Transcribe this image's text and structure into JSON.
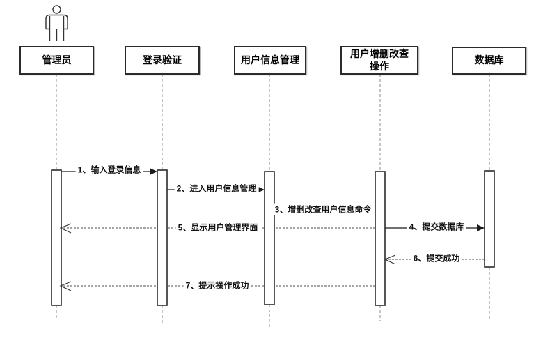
{
  "diagram_type": "uml-sequence-diagram",
  "participants": [
    {
      "label": "管理员",
      "kind": "actor"
    },
    {
      "label": "登录验证",
      "kind": "object"
    },
    {
      "label": "用户信息管理",
      "kind": "object"
    },
    {
      "label": "用户增删改查操作",
      "kind": "object"
    },
    {
      "label": "数据库",
      "kind": "object"
    }
  ],
  "messages": [
    {
      "label": "1、输入登录信息",
      "from": "管理员",
      "to": "登录验证",
      "line": "solid",
      "arrow": "filled"
    },
    {
      "label": "2、进入用户信息管理",
      "from": "登录验证",
      "to": "用户信息管理",
      "line": "solid",
      "arrow": "filled"
    },
    {
      "label": "3、增删改查用户信息命令",
      "from": "用户信息管理",
      "to": "用户增删改查操作",
      "line": "none",
      "arrow": "none"
    },
    {
      "label": "4、提交数据库",
      "from": "用户增删改查操作",
      "to": "数据库",
      "line": "solid",
      "arrow": "filled"
    },
    {
      "label": "5、显示用户管理界面",
      "from": "用户增删改查操作",
      "to": "管理员",
      "line": "dashed",
      "arrow": "open"
    },
    {
      "label": "6、提交成功",
      "from": "数据库",
      "to": "用户增删改查操作",
      "line": "dashed",
      "arrow": "open"
    },
    {
      "label": "7、提示操作成功",
      "from": "用户增删改查操作",
      "to": "管理员",
      "line": "dashed",
      "arrow": "open"
    }
  ],
  "colors": {
    "background": "#ffffff",
    "box_border": "#2b2b2b",
    "arrow_line": "#1a1a1a",
    "lifeline": "#8c8c8c",
    "text": "#000000"
  }
}
